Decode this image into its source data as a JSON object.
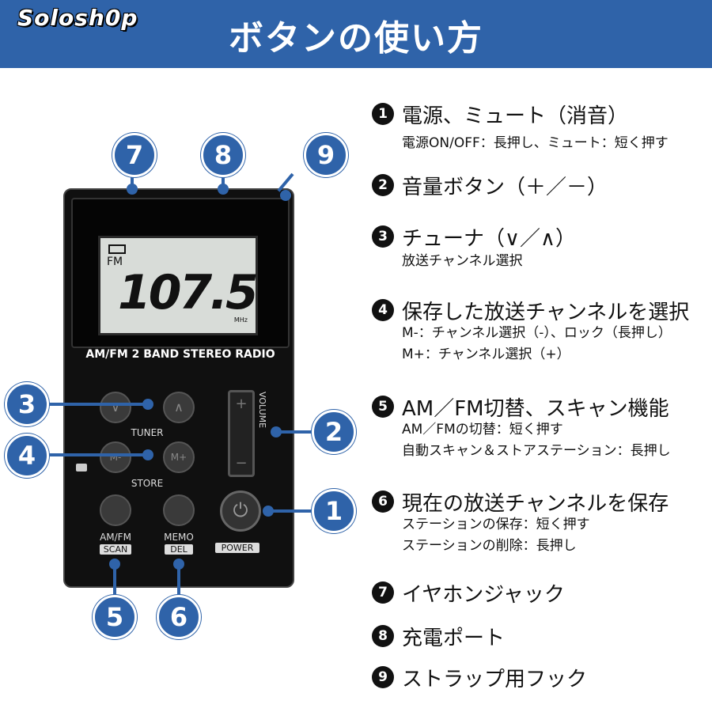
{
  "header": {
    "brand": "Solosh0p",
    "title": "ボタンの使い方"
  },
  "items": [
    {
      "num": "1",
      "title": "電源、ミュート（消音）",
      "desc": [
        "電源ON/OFF：長押し、ミュート：短く押す"
      ]
    },
    {
      "num": "2",
      "title": "音量ボタン（＋／－）",
      "desc": []
    },
    {
      "num": "3",
      "title": "チューナ（∨／∧）",
      "desc": [
        "放送チャンネル選択"
      ]
    },
    {
      "num": "4",
      "title": "保存した放送チャンネルを選択",
      "desc": [
        "M-：チャンネル選択（-）、ロック（長押し）",
        "M+：チャンネル選択（+）"
      ]
    },
    {
      "num": "5",
      "title": "AM／FM切替、スキャン機能",
      "desc": [
        "AM／FMの切替：短く押す",
        "自動スキャン＆ストアステーション：長押し"
      ]
    },
    {
      "num": "6",
      "title": "現在の放送チャンネルを保存",
      "desc": [
        "ステーションの保存：短く押す",
        "ステーションの削除：長押し"
      ]
    },
    {
      "num": "7",
      "title": "イヤホンジャック",
      "desc": []
    },
    {
      "num": "8",
      "title": "充電ポート",
      "desc": []
    },
    {
      "num": "9",
      "title": "ストラップ用フック",
      "desc": []
    }
  ],
  "radio": {
    "band": "FM",
    "frequency": "107.5",
    "unit": "MHz",
    "model": "AM/FM 2 BAND STEREO RADIO",
    "tuner_label": "TUNER",
    "store_label": "STORE",
    "volume_label": "VOLUME",
    "amfm_label": "AM/FM",
    "scan_label": "SCAN",
    "memo_label": "MEMO",
    "del_label": "DEL",
    "power_label": "POWER",
    "m_minus": "M-",
    "m_plus": "M+"
  },
  "callouts": [
    "1",
    "2",
    "3",
    "4",
    "5",
    "6",
    "7",
    "8",
    "9"
  ]
}
